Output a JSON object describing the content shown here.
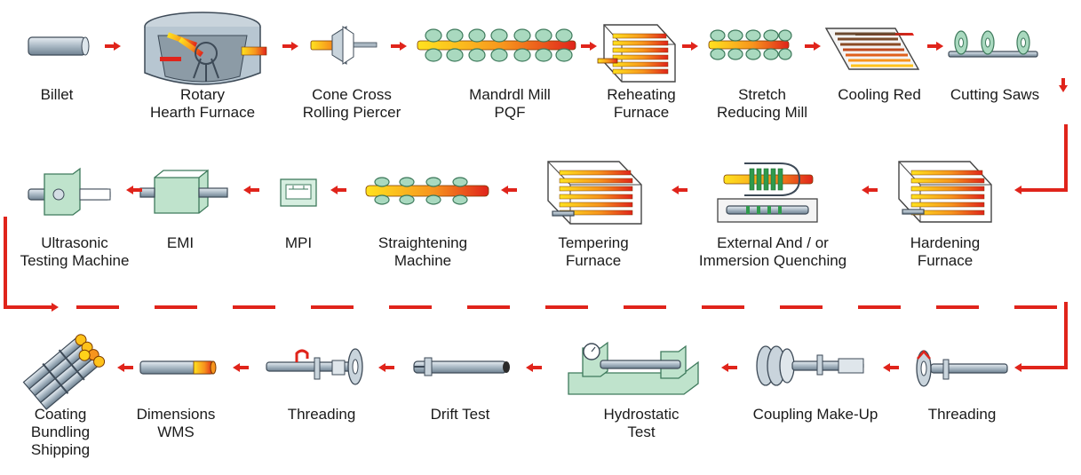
{
  "title": "",
  "colors": {
    "arrow": "#e0241b",
    "metal": "#9fb0bd",
    "roll": "#a9d9bf",
    "hot_start": "#ffd21a",
    "hot_end": "#e0241b"
  },
  "steps": [
    {
      "id": "billet",
      "row": 1,
      "lines": [
        "Billet"
      ]
    },
    {
      "id": "rotary-hearth-furnace",
      "row": 1,
      "lines": [
        "Rotary",
        "Hearth Furnace"
      ]
    },
    {
      "id": "cone-cross-rolling-piercer",
      "row": 1,
      "lines": [
        "Cone Cross",
        "Rolling Piercer"
      ]
    },
    {
      "id": "mandrel-mill-pqf",
      "row": 1,
      "lines": [
        "Mandrdl Mill",
        "PQF"
      ]
    },
    {
      "id": "reheating-furnace",
      "row": 1,
      "lines": [
        "Reheating",
        "Furnace"
      ]
    },
    {
      "id": "stretch-reducing-mill",
      "row": 1,
      "lines": [
        "Stretch",
        "Reducing Mill"
      ]
    },
    {
      "id": "cooling-red",
      "row": 1,
      "lines": [
        "Cooling Red"
      ]
    },
    {
      "id": "cutting-saws",
      "row": 1,
      "lines": [
        "Cutting Saws"
      ]
    },
    {
      "id": "hardening-furnace",
      "row": 2,
      "lines": [
        "Hardening",
        "Furnace"
      ]
    },
    {
      "id": "external-immersion-quenching",
      "row": 2,
      "lines": [
        "External And / or",
        "Immersion Quenching"
      ]
    },
    {
      "id": "tempering-furnace",
      "row": 2,
      "lines": [
        "Tempering",
        "Furnace"
      ]
    },
    {
      "id": "straightening-machine",
      "row": 2,
      "lines": [
        "Straightening",
        "Machine"
      ]
    },
    {
      "id": "mpi",
      "row": 2,
      "lines": [
        "MPI"
      ]
    },
    {
      "id": "emi",
      "row": 2,
      "lines": [
        "EMI"
      ]
    },
    {
      "id": "ultrasonic-testing-machine",
      "row": 2,
      "lines": [
        "Ultrasonic",
        "Testing Machine"
      ]
    },
    {
      "id": "threading-1",
      "row": 3,
      "lines": [
        "Threading"
      ]
    },
    {
      "id": "coupling-make-up",
      "row": 3,
      "lines": [
        "Coupling Make-Up"
      ]
    },
    {
      "id": "hydrostatic-test",
      "row": 3,
      "lines": [
        "Hydrostatic",
        "Test"
      ]
    },
    {
      "id": "drift-test",
      "row": 3,
      "lines": [
        "Drift Test"
      ]
    },
    {
      "id": "threading-2",
      "row": 3,
      "lines": [
        "Threading"
      ]
    },
    {
      "id": "dimensions-wms",
      "row": 3,
      "lines": [
        "Dimensions",
        "WMS"
      ]
    },
    {
      "id": "coating-bundling-shipping",
      "row": 3,
      "lines": [
        "Coating",
        "Bundling",
        "Shipping"
      ]
    }
  ]
}
